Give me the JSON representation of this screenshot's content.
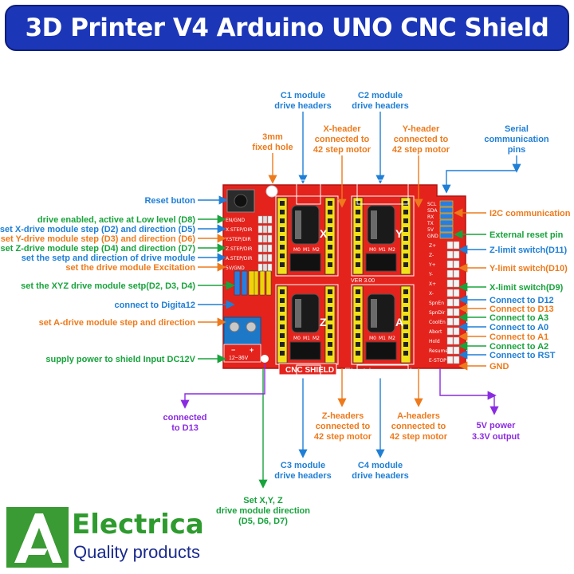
{
  "title": "3D Printer V4 Arduino UNO CNC Shield",
  "colors": {
    "banner": "#1c36b8",
    "board": "#e4231c",
    "blue": "#1f7fd6",
    "orange": "#ee7a1c",
    "green": "#18a33c",
    "purple": "#8a2be2",
    "brand_green": "#2e9b2e",
    "brand_navy": "#1a2a8c"
  },
  "labels": {
    "c1": [
      "C1 module",
      "drive headers"
    ],
    "c2": [
      "C2 module",
      "drive headers"
    ],
    "fixed_hole": [
      "3mm",
      "fixed hole"
    ],
    "x_header": [
      "X-header",
      "connected to",
      "42 step motor"
    ],
    "y_header": [
      "Y-header",
      "connected to",
      "42 step motor"
    ],
    "serial": [
      "Serial",
      "communication",
      "pins"
    ],
    "reset": "Reset buton",
    "d8": "drive enabled, active at Low level (D8)",
    "xstep": "set X-drive module step (D2) and direction (D5)",
    "ystep": "set Y-drive module step (D3) and direction (D6)",
    "zstep": "set Z-drive module step (D4) and direction (D7)",
    "setdir": "set the setp and direction of drive module",
    "excitation": "set the drive module Excitation",
    "xyzstep": "set the XYZ drive module setp(D2, D3, D4)",
    "d12": "connect to Digita12",
    "astep": "set A-drive module step and direction",
    "power": "supply power to shield Input DC12V",
    "i2c": "I2C communication",
    "ext_reset": "External reset pin",
    "zlimit": "Z-limit switch(D11)",
    "ylimit": "Y-limit switch(D10)",
    "xlimit": "X-limit switch(D9)",
    "cd12": "Connect to D12",
    "cd13": "Connect to D13",
    "ca3": "Connect to A3",
    "ca0": "Connect to A0",
    "ca1": "Connect to A1",
    "ca2": "Connect to A2",
    "crst": "Connect to RST",
    "gnd": "GND",
    "d13": [
      "connected",
      "to D13"
    ],
    "z_header": [
      "Z-headers",
      "connected to",
      "42 step motor"
    ],
    "a_header": [
      "A-headers",
      "connected to",
      "42 step motor"
    ],
    "c3": [
      "C3 module",
      "drive headers"
    ],
    "c4": [
      "C4 module",
      "drive headers"
    ],
    "xyz_dir": [
      "Set X,Y, Z",
      "drive module direction",
      "(D5, D6, D7)"
    ],
    "power5v": [
      "5V  power",
      "3.3V  output"
    ]
  },
  "board": {
    "left_pins": [
      "EN/GND",
      "X.STEP/DIR",
      "Y.STEP/DIR",
      "Z.STEP/DIR",
      "A.STEP/DIR",
      "5V/GND"
    ],
    "right_pins": [
      "Z+",
      "Z-",
      "Y+",
      "Y-",
      "X+",
      "X-",
      "SpnEn",
      "SpnDir",
      "CoolEn",
      "Abort",
      "Hold",
      "Resume",
      "E-STOP"
    ],
    "top_pins": [
      "SCL",
      "SDA",
      "RX",
      "TX",
      "5V",
      "GND"
    ],
    "silkscreen_name": "CNC SHIELD",
    "version": "VER 3.00",
    "watermark": "Electrica.com.uk",
    "voltage": "12~36V",
    "minus": "−",
    "plus": "+",
    "ms": [
      "M0",
      "M1",
      "M2"
    ],
    "axes": [
      "X",
      "Y",
      "Z",
      "A"
    ]
  },
  "brand": {
    "name": "Electrica",
    "tagline": "Quality products"
  }
}
